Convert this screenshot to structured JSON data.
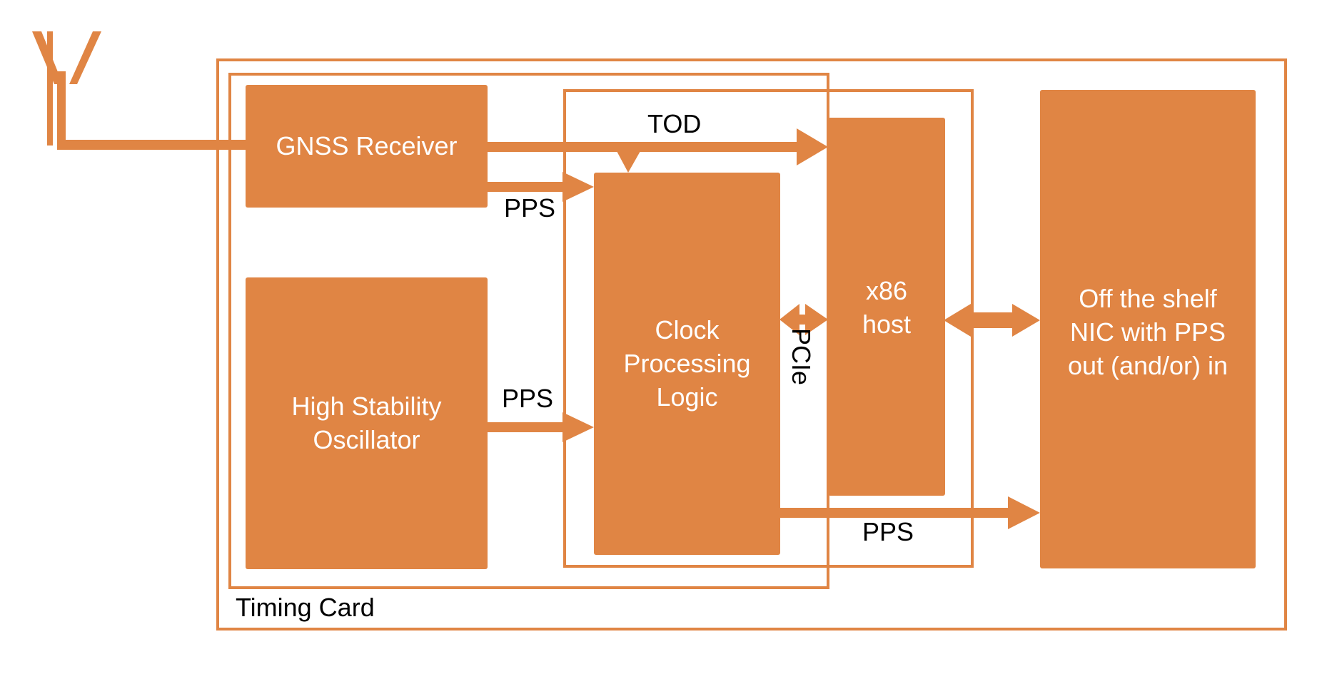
{
  "colors": {
    "accent": "#E08544",
    "text_on_accent": "#ffffff",
    "label_text": "#000000",
    "background": "#ffffff"
  },
  "icons": {
    "antenna": "antenna-icon"
  },
  "frames": {
    "outer_label": "Timing Card"
  },
  "blocks": {
    "gnss": "GNSS Receiver",
    "oscillator": "High Stability\nOscillator",
    "clock_logic": "Clock\nProcessing\nLogic",
    "host": "x86\nhost",
    "nic": "Off the shelf\nNIC with PPS\nout (and/or) in"
  },
  "signals": {
    "tod": "TOD",
    "pps_gnss": "PPS",
    "pps_osc": "PPS",
    "pcie": "PCIe",
    "pps_out": "PPS"
  }
}
